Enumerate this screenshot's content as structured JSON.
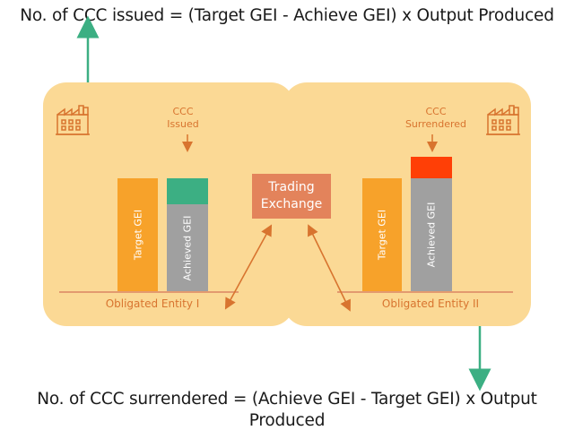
{
  "formulas": {
    "top": "No. of CCC issued = (Target GEI - Achieve GEI) x Output Produced",
    "bottom": "No. of CCC surrendered = (Achieve GEI - Target GEI) x Output Produced"
  },
  "left_entity": {
    "annotation_line1": "CCC",
    "annotation_line2": "Issued",
    "name": "Obligated Entity I",
    "bars": {
      "target": "Target GEI",
      "achieved": "Achieved GEI"
    }
  },
  "right_entity": {
    "annotation_line1": "CCC",
    "annotation_line2": "Surrendered",
    "name": "Obligated Entity II",
    "bars": {
      "target": "Target GEI",
      "achieved": "Achieved GEI"
    }
  },
  "center": {
    "line1": "Trading",
    "line2": "Exchange"
  },
  "icons": {
    "left": "factory-icon",
    "right": "factory-icon"
  },
  "colors": {
    "panel": "#fbd995",
    "target_bar": "#f7a22a",
    "achieved_bar": "#a0a0a0",
    "issued_segment": "#3caf83",
    "surrendered_segment": "#ff3f06",
    "trading_box": "#e3835b",
    "arrow_green": "#3caf83",
    "accent_orange": "#d8742f"
  }
}
